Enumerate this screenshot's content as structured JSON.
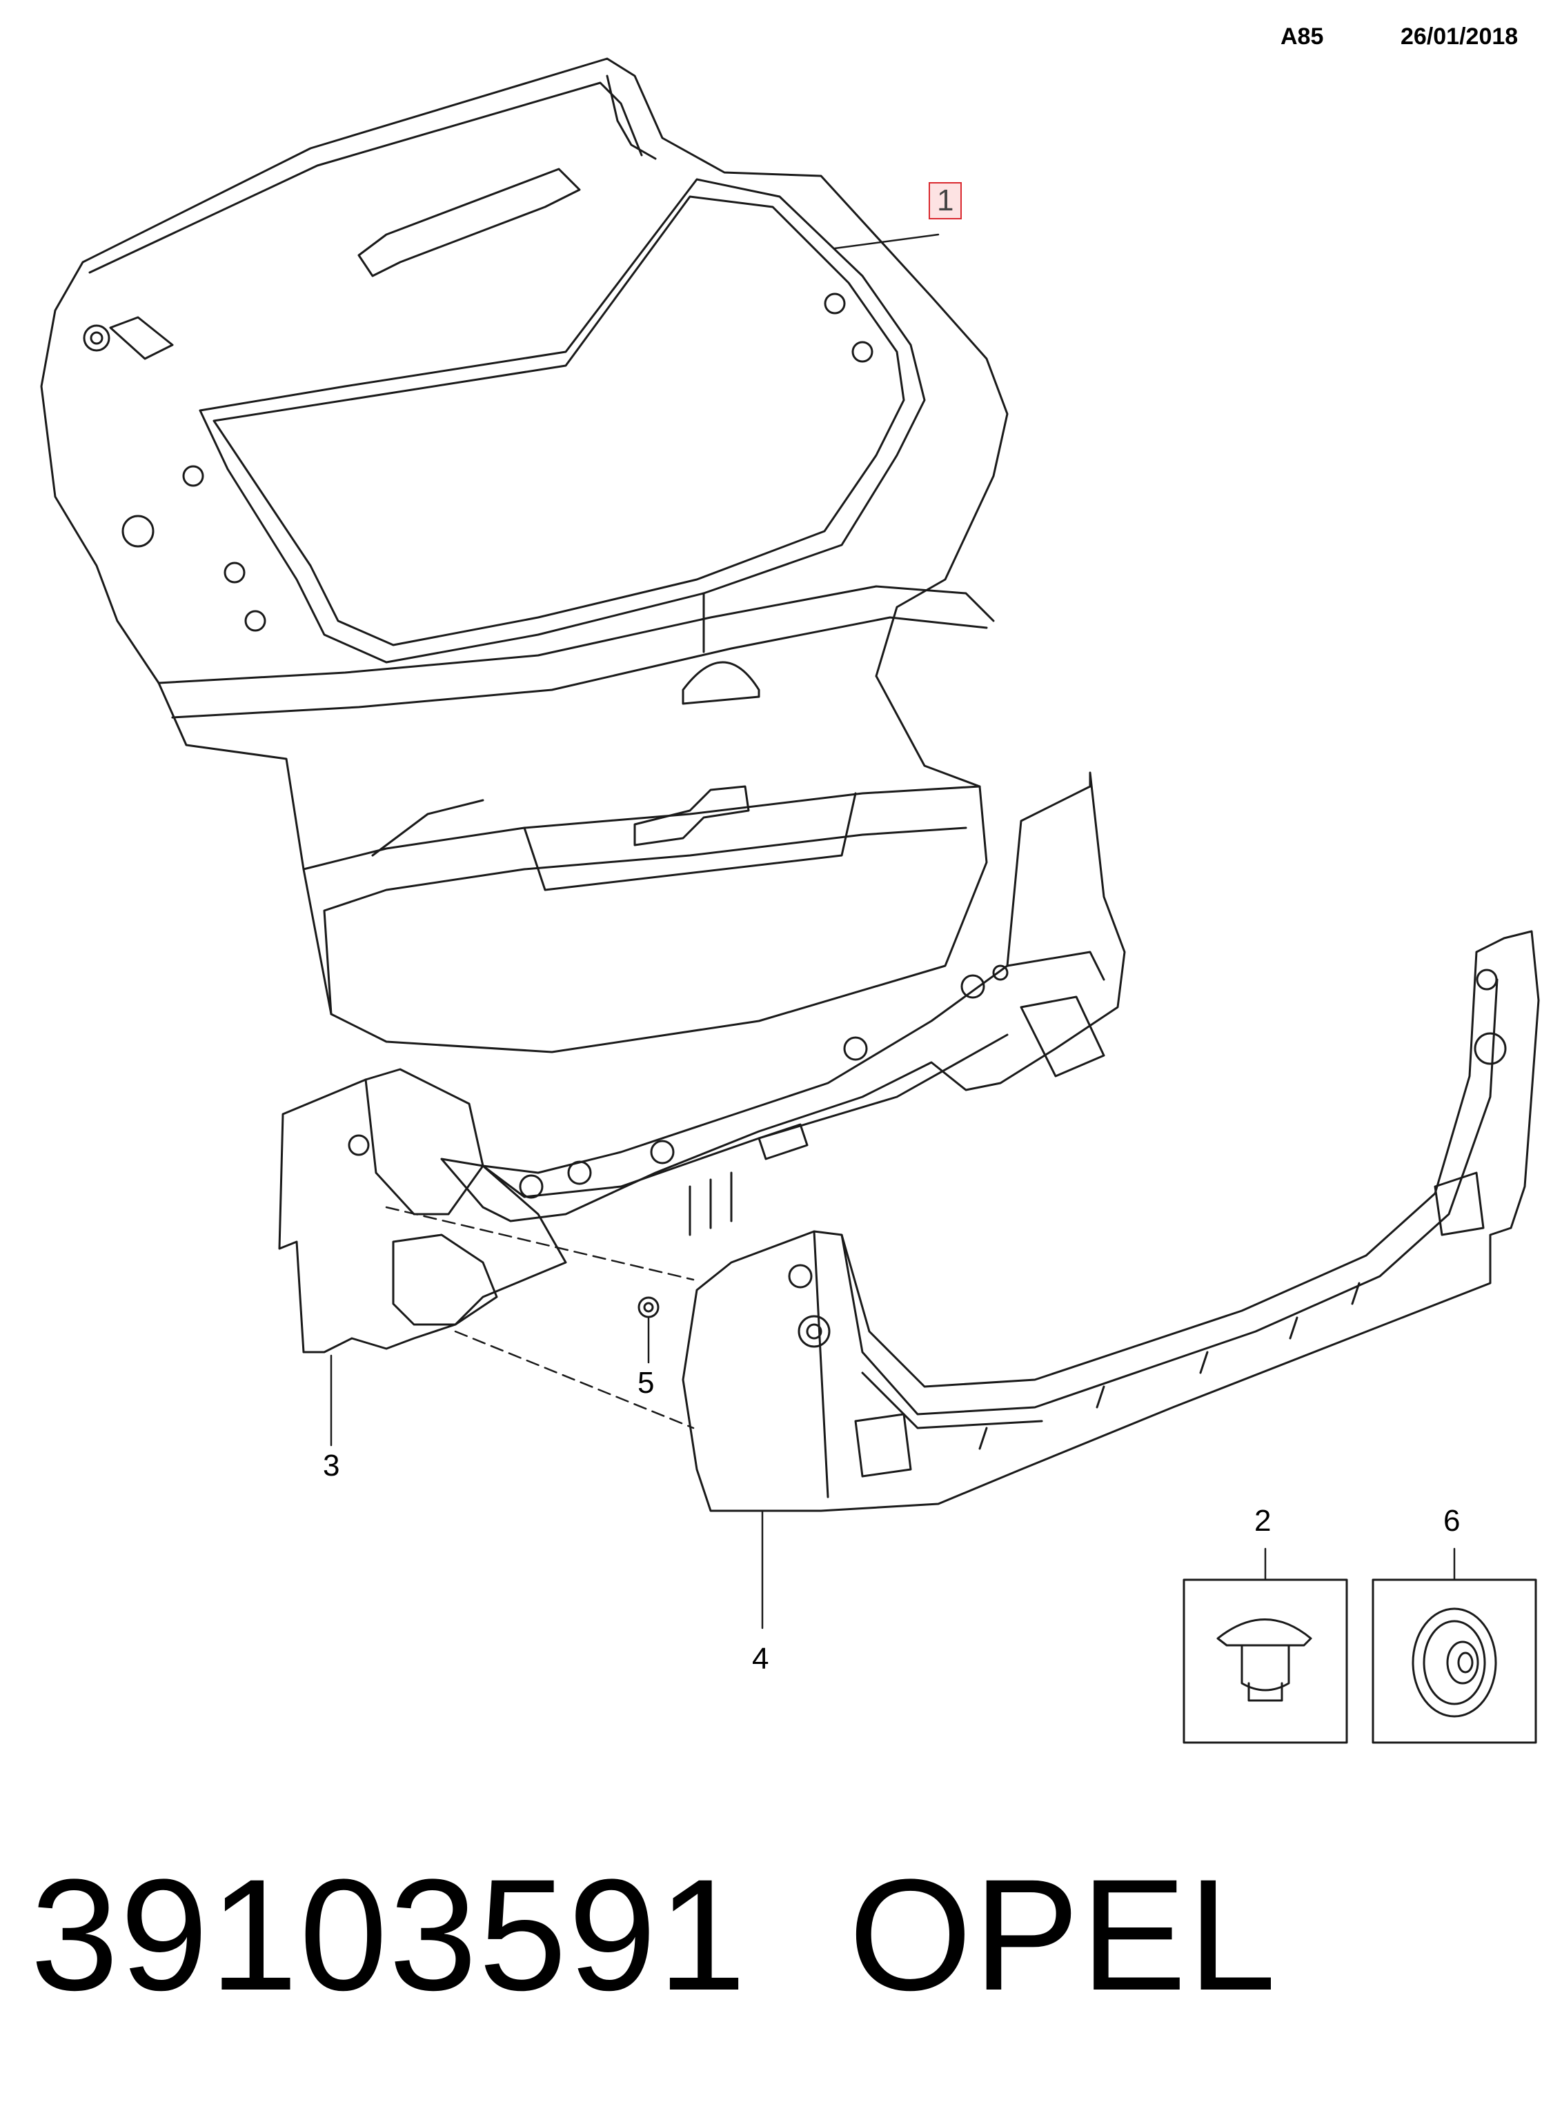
{
  "header": {
    "code": "A85",
    "date": "26/01/2018"
  },
  "callouts": {
    "c1": "1",
    "c2": "2",
    "c3": "3",
    "c4": "4",
    "c5": "5",
    "c6": "6"
  },
  "footer": {
    "part_number": "39103591",
    "brand": "OPEL"
  },
  "colors": {
    "line": "#1a1a1a",
    "callout_box_border": "#d9282e",
    "callout_box_fill": "#fde3e3"
  }
}
